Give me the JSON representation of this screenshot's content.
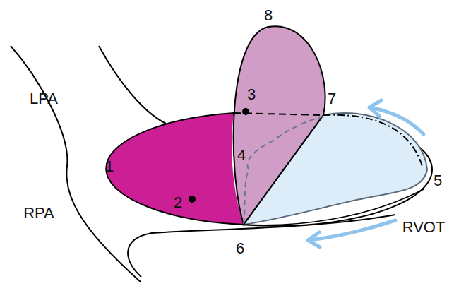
{
  "diagram": {
    "labels": [
      "8",
      "LPA",
      "3",
      "7",
      "1",
      "4",
      "5",
      "2",
      "RVOT",
      "6",
      "RPA"
    ]
  }
}
